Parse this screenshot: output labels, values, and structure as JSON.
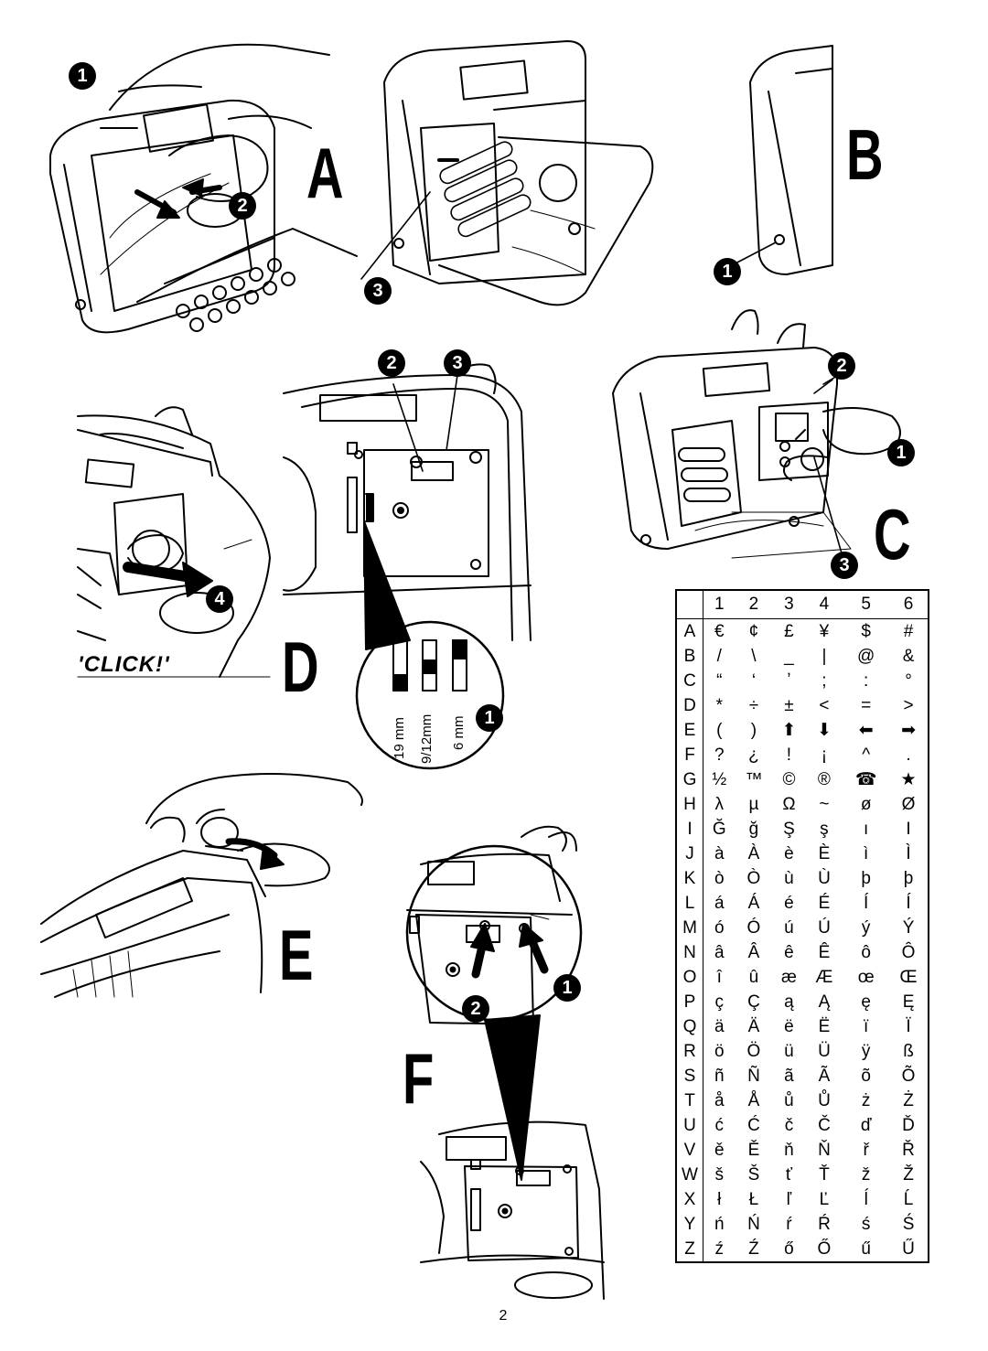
{
  "figures": {
    "A": "A",
    "B": "B",
    "C": "C",
    "D": "D",
    "E": "E",
    "F": "F"
  },
  "callouts": {
    "one": "1",
    "two": "2",
    "three": "3",
    "four": "4"
  },
  "click_label": "'CLICK!'",
  "tape_sizes": {
    "size_19": "19 mm",
    "size_9_12": "9/12mm",
    "size_6": "6 mm"
  },
  "char_table": {
    "columns": [
      "1",
      "2",
      "3",
      "4",
      "5",
      "6"
    ],
    "rows": [
      {
        "label": "A",
        "chars": [
          "€",
          "¢",
          "£",
          "¥",
          "$",
          "#"
        ]
      },
      {
        "label": "B",
        "chars": [
          "/",
          "\\",
          "_",
          "|",
          "@",
          "&"
        ]
      },
      {
        "label": "C",
        "chars": [
          "“",
          "‘",
          "ʼ",
          ";",
          ":",
          "°"
        ]
      },
      {
        "label": "D",
        "chars": [
          "*",
          "÷",
          "±",
          "<",
          "=",
          ">"
        ]
      },
      {
        "label": "E",
        "chars": [
          "(",
          ")",
          "⬆",
          "⬇",
          "⬅",
          "➡"
        ]
      },
      {
        "label": "F",
        "chars": [
          "?",
          "¿",
          "!",
          "¡",
          "^",
          "."
        ]
      },
      {
        "label": "G",
        "chars": [
          "½",
          "™",
          "©",
          "®",
          "☎",
          "★"
        ]
      },
      {
        "label": "H",
        "chars": [
          "λ",
          "µ",
          "Ω",
          "~",
          "ø",
          "Ø"
        ]
      },
      {
        "label": "I",
        "chars": [
          "Ğ",
          "ğ",
          "Ş",
          "ş",
          "ı",
          "I"
        ]
      },
      {
        "label": "J",
        "chars": [
          "à",
          "À",
          "è",
          "È",
          "ì",
          "Ì"
        ]
      },
      {
        "label": "K",
        "chars": [
          "ò",
          "Ò",
          "ù",
          "Ù",
          "þ",
          "þ"
        ]
      },
      {
        "label": "L",
        "chars": [
          "á",
          "Á",
          "é",
          "É",
          "Í",
          "Í"
        ]
      },
      {
        "label": "M",
        "chars": [
          "ó",
          "Ó",
          "ú",
          "Ú",
          "ý",
          "Ý"
        ]
      },
      {
        "label": "N",
        "chars": [
          "â",
          "Â",
          "ê",
          "Ê",
          "ô",
          "Ô"
        ]
      },
      {
        "label": "O",
        "chars": [
          "î",
          "û",
          "æ",
          "Æ",
          "œ",
          "Œ"
        ]
      },
      {
        "label": "P",
        "chars": [
          "ç",
          "Ç",
          "ą",
          "Ą",
          "ę",
          "Ę"
        ]
      },
      {
        "label": "Q",
        "chars": [
          "ä",
          "Ä",
          "ë",
          "Ë",
          "ï",
          "Ï"
        ]
      },
      {
        "label": "R",
        "chars": [
          "ö",
          "Ö",
          "ü",
          "Ü",
          "ÿ",
          "ß"
        ]
      },
      {
        "label": "S",
        "chars": [
          "ñ",
          "Ñ",
          "ã",
          "Ã",
          "õ",
          "Õ"
        ]
      },
      {
        "label": "T",
        "chars": [
          "å",
          "Å",
          "ů",
          "Ů",
          "ż",
          "Ż"
        ]
      },
      {
        "label": "U",
        "chars": [
          "ć",
          "Ć",
          "č",
          "Č",
          "ď",
          "Ď"
        ]
      },
      {
        "label": "V",
        "chars": [
          "ě",
          "Ě",
          "ň",
          "Ň",
          "ř",
          "Ř"
        ]
      },
      {
        "label": "W",
        "chars": [
          "š",
          "Š",
          "ť",
          "Ť",
          "ž",
          "Ž"
        ]
      },
      {
        "label": "X",
        "chars": [
          "ł",
          "Ł",
          "ľ",
          "Ľ",
          "ĺ",
          "Ĺ"
        ]
      },
      {
        "label": "Y",
        "chars": [
          "ń",
          "Ń",
          "ŕ",
          "Ŕ",
          "ś",
          "Ś"
        ]
      },
      {
        "label": "Z",
        "chars": [
          "ź",
          "Ź",
          "ő",
          "Ő",
          "ű",
          "Ű"
        ]
      }
    ]
  },
  "page_number": "2"
}
